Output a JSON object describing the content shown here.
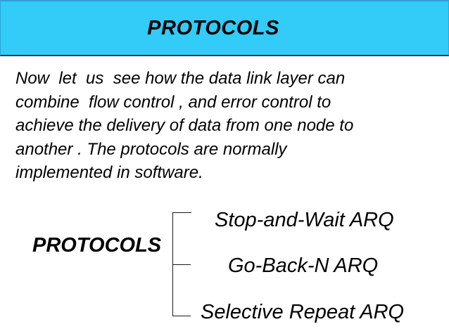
{
  "slide": {
    "header": {
      "title": "PROTOCOLS"
    },
    "body_lines": [
      "Now  let  us  see how the data link layer can",
      "combine  flow control , and error control to",
      "achieve the delivery of data from one node to",
      "another . The protocols are normally",
      "implemented in software."
    ],
    "diagram": {
      "root_label": "PROTOCOLS",
      "branches": [
        "Stop-and-Wait ARQ",
        "Go-Back-N ARQ",
        "Selective Repeat ARQ"
      ]
    },
    "colors": {
      "header_background": "#33cbf7",
      "header_border_bottom": "#16344f",
      "text": "#000000",
      "slide_background": "#ffffff"
    }
  }
}
